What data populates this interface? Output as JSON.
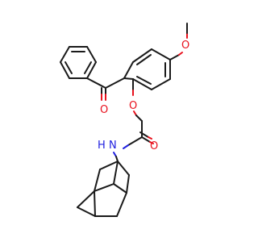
{
  "molecule": {
    "atom_labels": {
      "methoxy_oxygen": "O",
      "ketone_oxygen": "O",
      "ether_oxygen": "O",
      "amide_oxygen": "O",
      "amide_nitrogen": "N",
      "amide_hydrogen": "H"
    },
    "colors": {
      "bond": "#1a1a1a",
      "oxygen": "#e8101c",
      "nitrogen": "#2020e0",
      "background": "#ffffff"
    }
  }
}
